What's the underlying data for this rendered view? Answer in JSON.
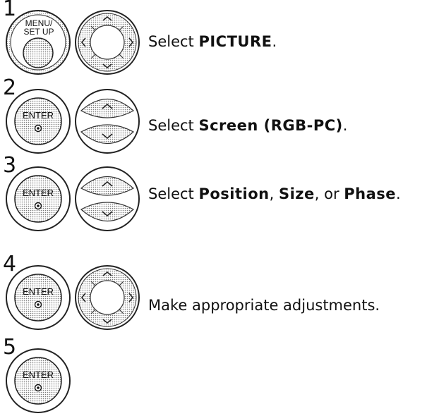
{
  "steps": [
    {
      "number": "1",
      "button": "MENU/\nSET UP",
      "button_line1": "MENU/",
      "button_line2": "SET UP",
      "nav": "four-way",
      "text": {
        "pre": "Select ",
        "bold": "PICTURE",
        "post": "."
      }
    },
    {
      "number": "2",
      "button": "ENTER",
      "nav": "up-down",
      "text": {
        "pre": "Select ",
        "bold": "Screen (RGB-PC)",
        "post": "."
      }
    },
    {
      "number": "3",
      "button": "ENTER",
      "nav": "up-down",
      "text": {
        "pre": "Select ",
        "bold1": "Position",
        "mid1": ", ",
        "bold2": "Size",
        "mid2": ", or ",
        "bold3": "Phase",
        "post": "."
      }
    },
    {
      "number": "4",
      "button": "ENTER",
      "nav": "four-way",
      "text": {
        "plain": "Make appropriate adjustments."
      }
    },
    {
      "number": "5",
      "button": "ENTER",
      "nav": "none"
    }
  ]
}
